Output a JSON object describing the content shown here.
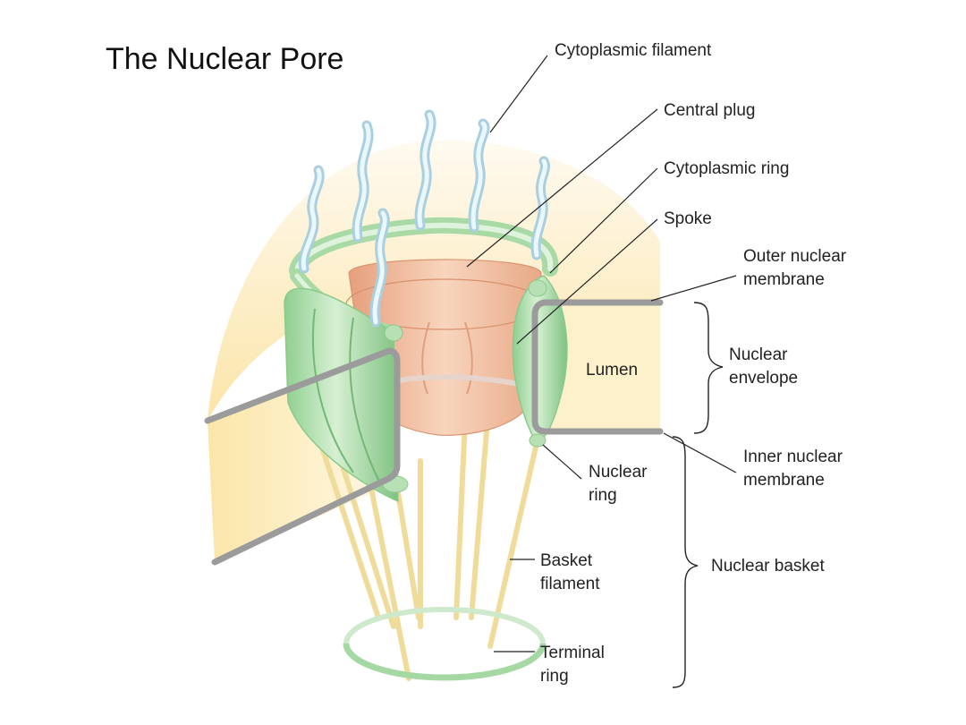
{
  "title": "The Nuclear Pore",
  "labels": {
    "cytoplasmic_filament": "Cytoplasmic filament",
    "central_plug": "Central plug",
    "cytoplasmic_ring": "Cytoplasmic ring",
    "spoke": "Spoke",
    "outer_membrane": [
      "Outer nuclear",
      "membrane"
    ],
    "lumen": "Lumen",
    "nuclear_envelope": [
      "Nuclear",
      "envelope"
    ],
    "inner_membrane": [
      "Inner nuclear",
      "membrane"
    ],
    "nuclear_ring": [
      "Nuclear",
      "ring"
    ],
    "basket_filament": [
      "Basket",
      "filament"
    ],
    "nuclear_basket": "Nuclear basket",
    "terminal_ring": [
      "Terminal",
      "ring"
    ]
  },
  "colors": {
    "membrane": "#9b9b9b",
    "ring_green": "#b9e3b8",
    "plug_salmon": "#efb898",
    "envelope_cream": "#fbe9b3",
    "filament_blue": "#d6eef6",
    "basket_yellow": "#f4e3a6"
  }
}
